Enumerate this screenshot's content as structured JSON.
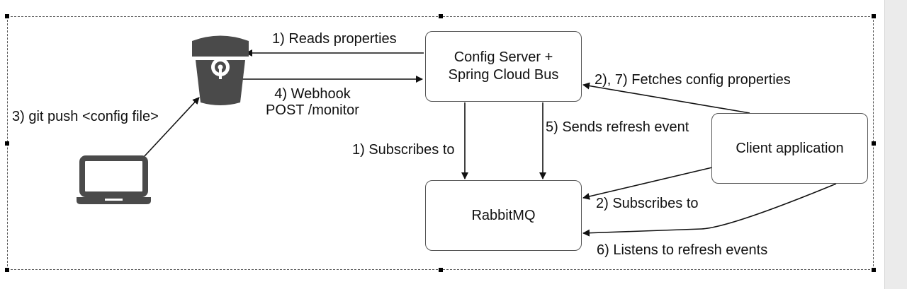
{
  "nodes": {
    "config_server": {
      "line1": "Config Server +",
      "line2": "Spring Cloud Bus"
    },
    "rabbitmq": {
      "label": "RabbitMQ"
    },
    "client_app": {
      "label": "Client application"
    }
  },
  "icons": {
    "repository": "bitbucket-icon",
    "developer_machine": "laptop-icon"
  },
  "edges": {
    "reads_properties": "1) Reads properties",
    "webhook_line1": "4) Webhook",
    "webhook_line2": "POST /monitor",
    "git_push": "3) git push <config file>",
    "subscribes_server": "1) Subscribes to",
    "sends_refresh": "5) Sends refresh event",
    "fetches_config": "2), 7) Fetches config properties",
    "subscribes_client": "2) Subscribes to",
    "listens_refresh": "6) Listens to refresh events"
  },
  "colors": {
    "stroke": "#111111",
    "icon": "#4a4a4a",
    "box_border": "#555555"
  }
}
